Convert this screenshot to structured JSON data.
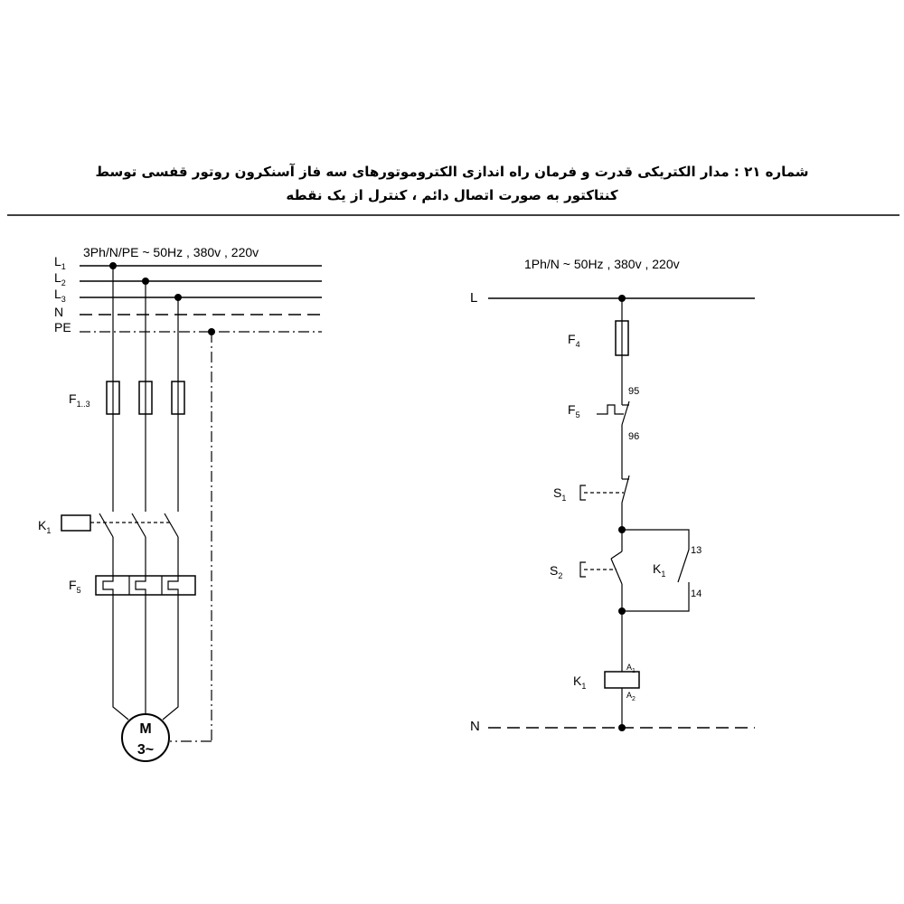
{
  "caption": {
    "line1": "شماره ۲۱ : مدار الکتریکی قدرت و فرمان راه اندازی الکتروموتورهای سه فاز آسنکرون روتور قفسی توسط",
    "line2": "کنتاکتور به صورت اتصال دائم ، کنترل از یک نقطه"
  },
  "power_circuit": {
    "supply": "3Ph/N/PE ~ 50Hz , 380v , 220v",
    "lines": [
      {
        "base": "L",
        "sub": "1"
      },
      {
        "base": "L",
        "sub": "2"
      },
      {
        "base": "L",
        "sub": "3"
      },
      {
        "base": "N",
        "sub": ""
      },
      {
        "base": "PE",
        "sub": ""
      }
    ],
    "fuses": {
      "base": "F",
      "sub": "1..3"
    },
    "contactor": {
      "base": "K",
      "sub": "1"
    },
    "overload": {
      "base": "F",
      "sub": "5"
    },
    "motor": {
      "line1": "M",
      "line2": "3~"
    }
  },
  "control_circuit": {
    "supply": "1Ph/N ~ 50Hz , 380v , 220v",
    "phase": "L",
    "neutral": "N",
    "fuse": {
      "base": "F",
      "sub": "4"
    },
    "overload_contact": {
      "base": "F",
      "sub": "5",
      "terminal_top": "95",
      "terminal_bottom": "96"
    },
    "stop_button": {
      "base": "S",
      "sub": "1"
    },
    "start_button": {
      "base": "S",
      "sub": "2"
    },
    "hold_contact": {
      "base": "K",
      "sub": "1",
      "terminal_top": "13",
      "terminal_bottom": "14"
    },
    "coil": {
      "base": "K",
      "sub": "1",
      "terminal_a1": {
        "base": "A",
        "sub": "1"
      },
      "terminal_a2": {
        "base": "A",
        "sub": "2"
      }
    }
  }
}
